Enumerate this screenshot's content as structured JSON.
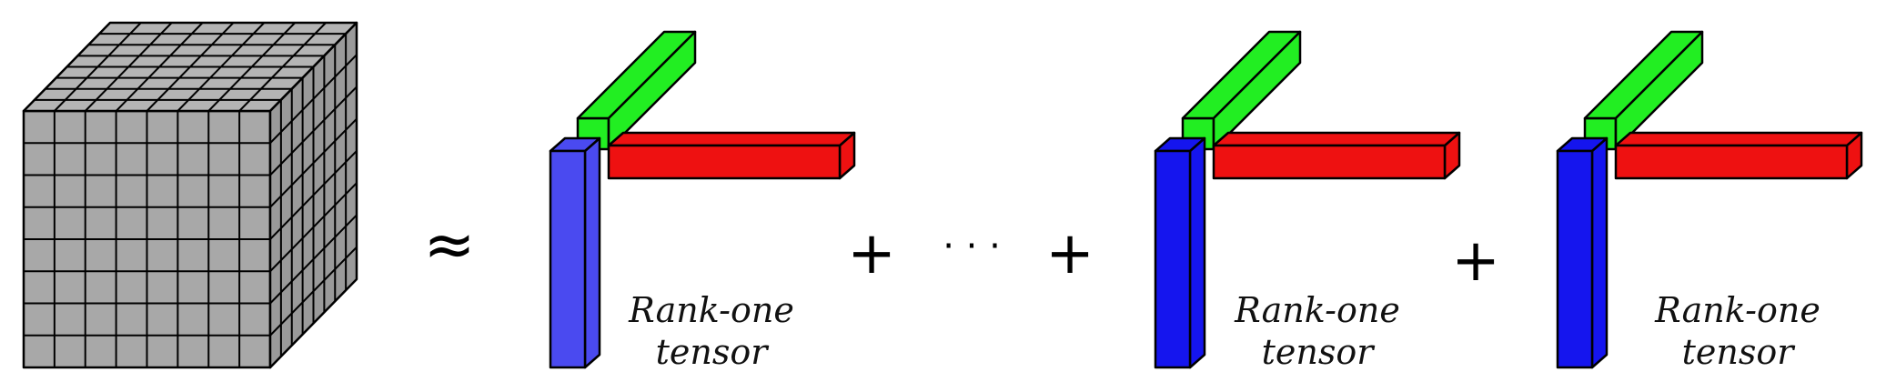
{
  "operators": {
    "approx": "≈",
    "plus": "+",
    "ellipsis": "· · ·"
  },
  "terms": [
    {
      "label_line1": "Rank-one",
      "label_line2": "tensor"
    },
    {
      "label_line1": "Rank-one",
      "label_line2": "tensor"
    },
    {
      "label_line1": "Rank-one",
      "label_line2": "tensor"
    }
  ],
  "colors": {
    "cube_face": "#a8a8a8",
    "cube_top": "#b4b4b4",
    "cube_side": "#9a9a9a",
    "green": "#22ee22",
    "red": "#ee1111",
    "blue_first": "#4a4af0",
    "blue": "#1515ee",
    "stroke": "#000000"
  },
  "cube": {
    "grid_size": 8
  }
}
